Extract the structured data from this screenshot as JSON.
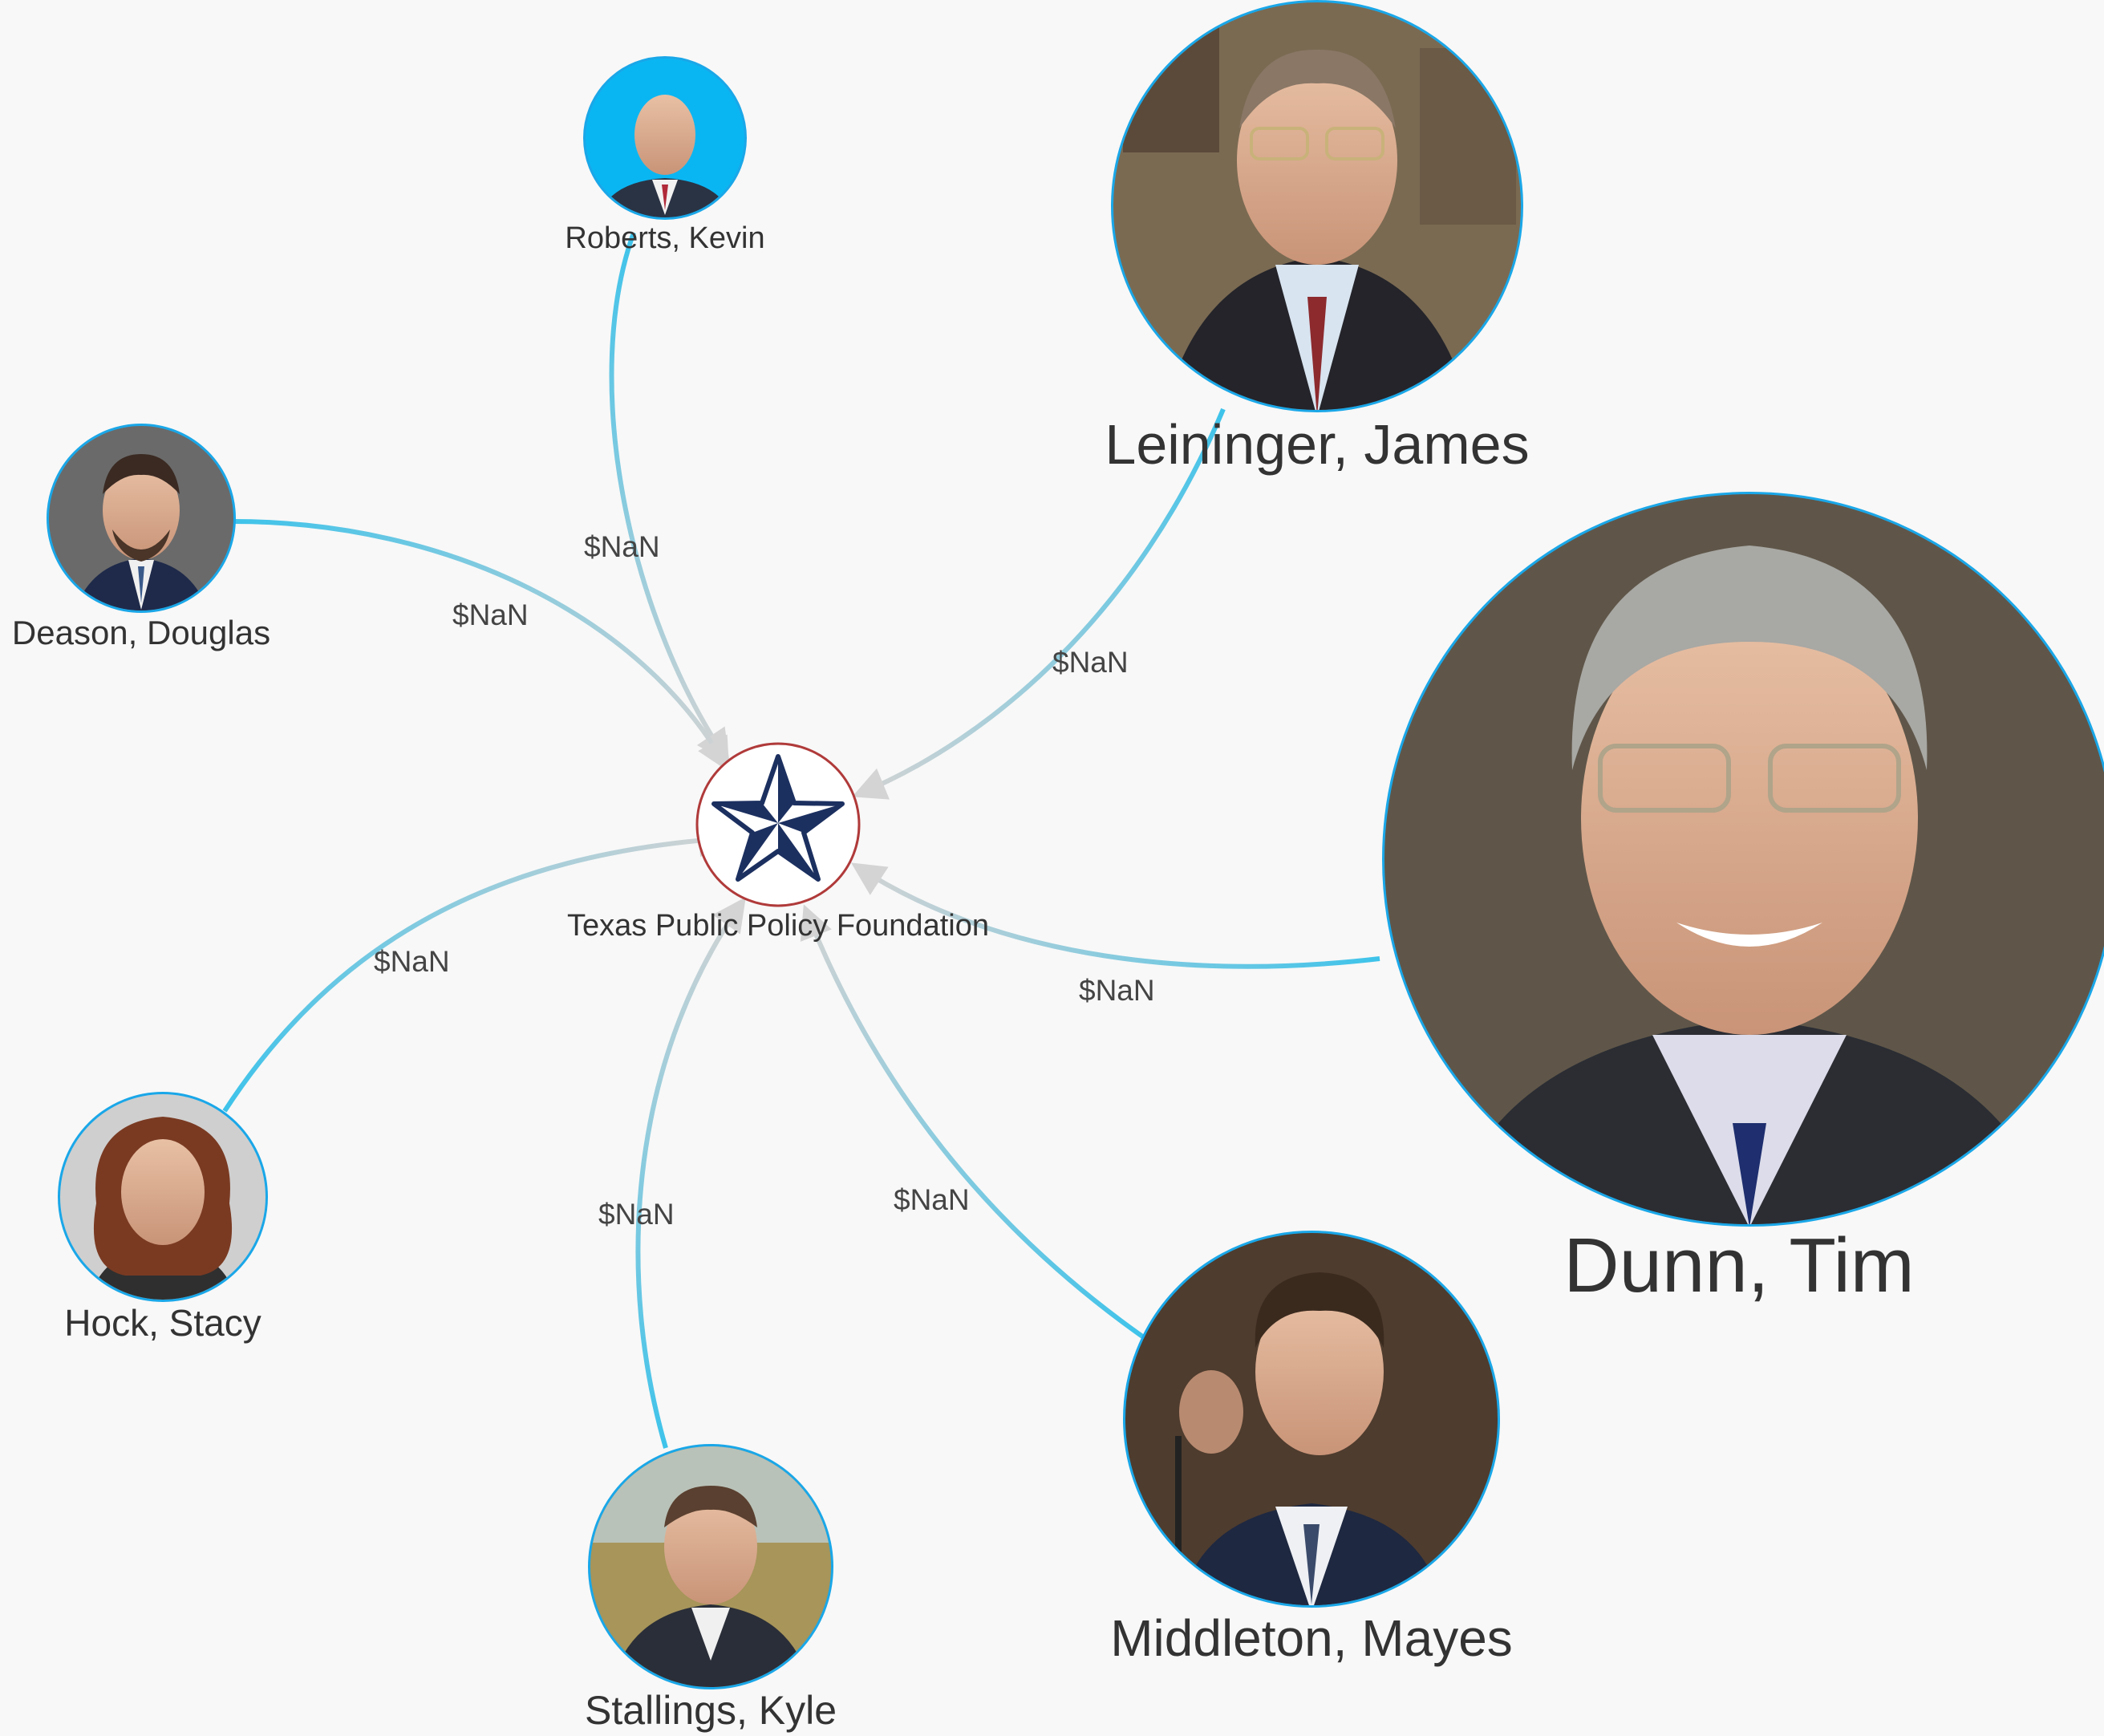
{
  "center": {
    "name": "Texas Public Policy Foundation",
    "icon": "texas-star-icon",
    "colors": {
      "ring": "#b03a3a",
      "star": "#1c3060",
      "fill": "#ffffff"
    }
  },
  "people": [
    {
      "id": "roberts",
      "name": "Roberts, Kevin",
      "amount": "$NaN"
    },
    {
      "id": "leininger",
      "name": "Leininger, James",
      "amount": "$NaN"
    },
    {
      "id": "deason",
      "name": "Deason, Douglas",
      "amount": "$NaN"
    },
    {
      "id": "dunn",
      "name": "Dunn, Tim",
      "amount": "$NaN"
    },
    {
      "id": "hock",
      "name": "Hock, Stacy",
      "amount": "$NaN"
    },
    {
      "id": "stallings",
      "name": "Stallings, Kyle",
      "amount": "$NaN"
    },
    {
      "id": "middleton",
      "name": "Middleton, Mayes",
      "amount": "$NaN"
    }
  ],
  "colors": {
    "edge_start": "#3ec3ea",
    "edge_end": "#d0d0d0",
    "node_border": "#1aa7e8",
    "background": "#f8f8f8"
  }
}
